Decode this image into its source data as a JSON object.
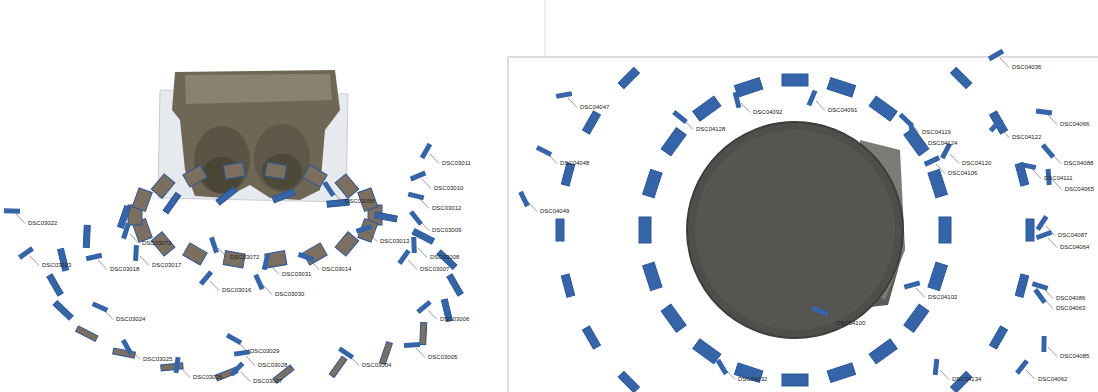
{
  "diagram": {
    "labels": [
      "DSC03011",
      "DSC03010",
      "DSC03012",
      "DSC03009",
      "DSC03008",
      "DSC03007",
      "DSC03013",
      "DSC03014",
      "DSC03056",
      "DSC03017",
      "DSC03016",
      "DSC03018",
      "DSC03024",
      "DSC03025",
      "DSC03026",
      "DSC03027",
      "DSC03028",
      "DSC03029",
      "DSC03030",
      "DSC03031",
      "DSC03006",
      "DSC03005",
      "DSC03004",
      "DSC03072",
      "DSC03073",
      "DSC03023",
      "DSC03022",
      "DSC04128",
      "DSC04092",
      "DSC04091",
      "DSC04036",
      "DSC04066",
      "DSC04119",
      "DSC04124",
      "DSC04120",
      "DSC04106",
      "DSC04111",
      "DSC04088",
      "DSC04065",
      "DSC04087",
      "DSC04064",
      "DSC04086",
      "DSC04063",
      "DSC04085",
      "DSC04062",
      "DSC04102",
      "DSC04100",
      "DSC04132",
      "DSC04134",
      "DSC04122",
      "DSC04047",
      "DSC04048",
      "DSC04049"
    ]
  }
}
